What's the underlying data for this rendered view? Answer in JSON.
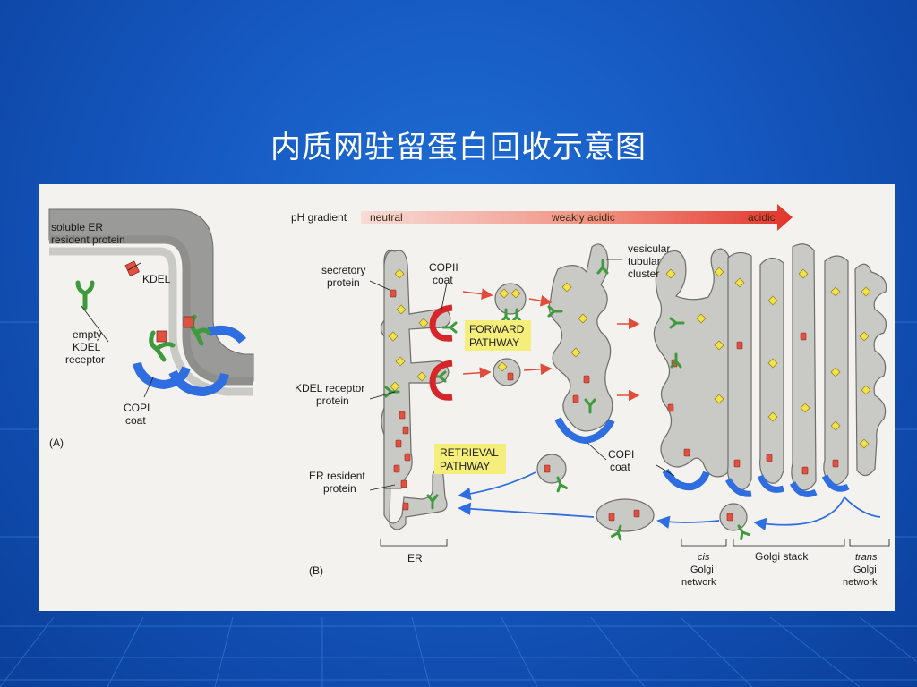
{
  "slide": {
    "title": "内质网驻留蛋白回收示意图"
  },
  "panel_a": {
    "tag": "(A)",
    "labels": {
      "soluble_line1": "soluble ER",
      "soluble_line2": "resident protein",
      "kdel": "KDEL",
      "empty_line1": "empty",
      "empty_line2": "KDEL",
      "empty_line3": "receptor",
      "copi_line1": "COPI",
      "copi_line2": "coat"
    }
  },
  "panel_b": {
    "tag": "(B)",
    "ph": {
      "label": "pH gradient",
      "neutral": "neutral",
      "weak": "weakly acidic",
      "acidic": "acidic"
    },
    "labels": {
      "secretory_line1": "secretory",
      "secretory_line2": "protein",
      "copii_line1": "COPII",
      "copii_line2": "coat",
      "vtc_line1": "vesicular",
      "vtc_line2": "tubular",
      "vtc_line3": "cluster",
      "kdel_line1": "KDEL receptor",
      "kdel_line2": "protein",
      "copi_line1": "COPI",
      "copi_line2": "coat",
      "er_res_line1": "ER resident",
      "er_res_line2": "protein"
    },
    "pathways": {
      "forward_line1": "FORWARD",
      "forward_line2": "PATHWAY",
      "retrieval_line1": "RETRIEVAL",
      "retrieval_line2": "PATHWAY"
    },
    "regions": {
      "er": "ER",
      "cis_line1": "cis",
      "cis_line2": "Golgi",
      "cis_line3": "network",
      "stack": "Golgi stack",
      "trans_line1": "trans",
      "trans_line2": "Golgi",
      "trans_line3": "network"
    }
  },
  "colors": {
    "background": "#1558c0",
    "membrane_fill": "#c9cac6",
    "membrane_stroke": "#6d6e6a",
    "copi_blue": "#2f6ee0",
    "copii_red": "#d6262a",
    "receptor_green": "#3f9a3d",
    "cargo_yellow": "#f4e24a",
    "resident_red": "#e2503f",
    "pathway_box": "#f5ee7a",
    "arrow_red": "#e24a3a",
    "arrow_blue": "#2f6ee0"
  }
}
